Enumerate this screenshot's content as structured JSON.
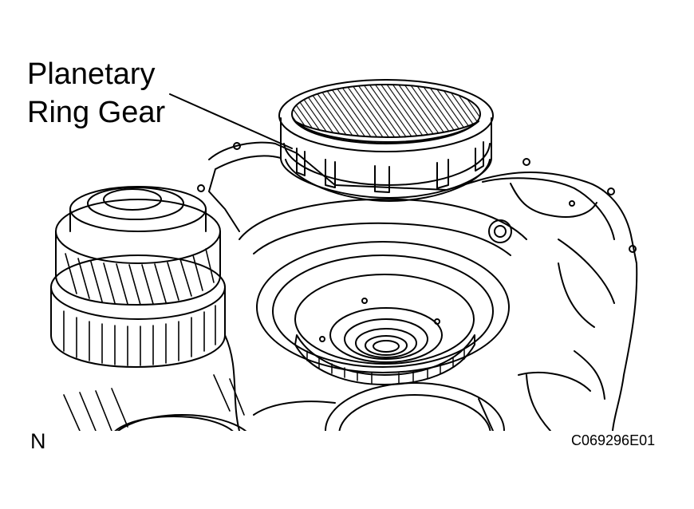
{
  "diagram": {
    "label": {
      "line1": "Planetary",
      "line2": "Ring Gear"
    },
    "corner_mark": "N",
    "figure_code": "C069296E01",
    "stroke_color": "#000000",
    "background_color": "#ffffff"
  }
}
